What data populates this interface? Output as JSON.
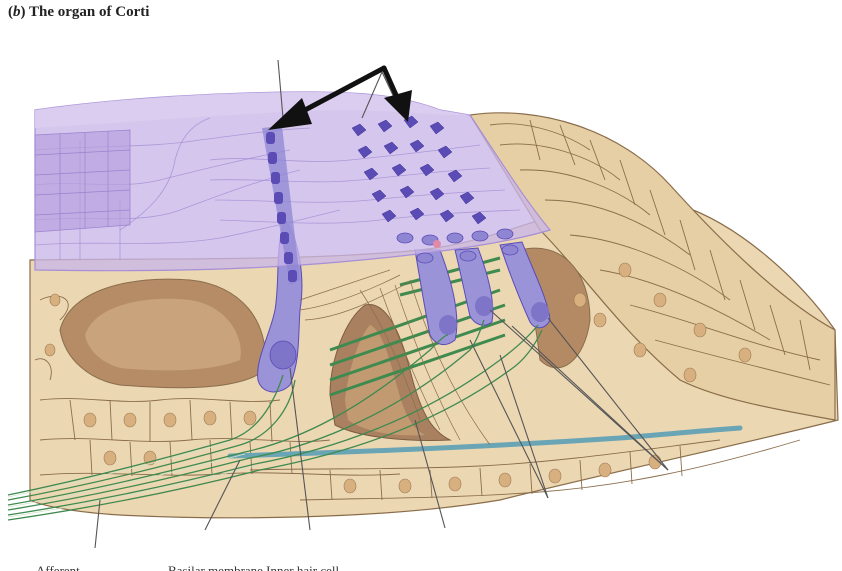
{
  "title": {
    "part_letter": "b",
    "text": "The organ of Corti"
  },
  "colors": {
    "tectorial_membrane": "#c9b6e8",
    "tectorial_edge": "#a58fd6",
    "hair_cell": "#9a93d8",
    "hair_cell_nucleus": "#7e74c8",
    "stereocilia": "#5a4bb5",
    "support_tissue": "#ecd7b3",
    "cell_outline": "#8a6e4b",
    "cell_nucleus": "#d8b07f",
    "tunnel_shadow": "#a98160",
    "nerve_fiber": "#3f8a4f",
    "basilar_membrane": "#6aa5b5",
    "arrow": "#111111",
    "leader_line": "#555555"
  },
  "bottom_labels_cut": [
    {
      "id": "label-1",
      "text": "Afferent"
    },
    {
      "id": "label-2",
      "text": "Basilar membrane  Inner hair cell"
    }
  ]
}
